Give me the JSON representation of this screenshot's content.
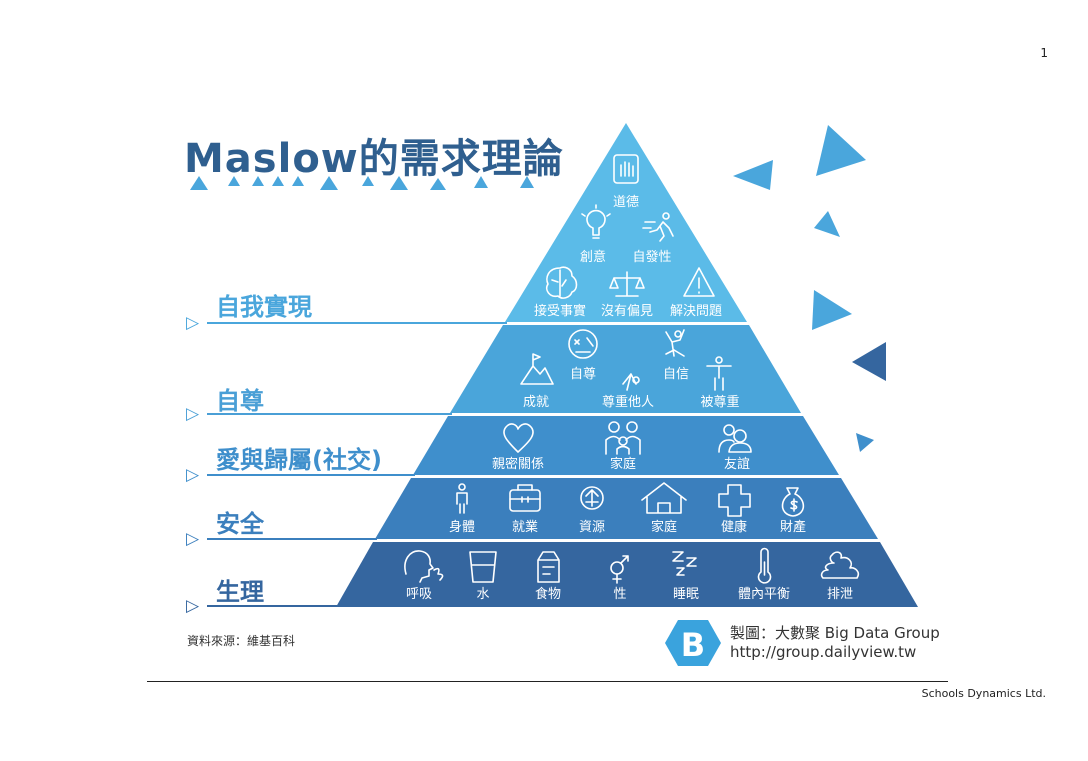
{
  "page_number": "1",
  "title": "Maslow的需求理論",
  "colors": {
    "title": "#2f5f8f",
    "level5": "#5bbbe8",
    "level4": "#4aa5da",
    "level3": "#3f8fcc",
    "level2": "#3b7fbd",
    "level1": "#35669f",
    "accent": "#4aa6dc"
  },
  "levels": [
    {
      "label": "自我實現",
      "color": "#5bbbe8",
      "items": [
        "道德",
        "創意",
        "自發性",
        "接受事實",
        "沒有偏見",
        "解決問題"
      ]
    },
    {
      "label": "自尊",
      "color": "#4aa5da",
      "items": [
        "自尊",
        "自信",
        "成就",
        "尊重他人",
        "被尊重"
      ]
    },
    {
      "label": "愛與歸屬(社交)",
      "color": "#3f8fcc",
      "items": [
        "親密關係",
        "家庭",
        "友誼"
      ]
    },
    {
      "label": "安全",
      "color": "#3b7fbd",
      "items": [
        "身體",
        "就業",
        "資源",
        "家庭",
        "健康",
        "財產"
      ]
    },
    {
      "label": "生理",
      "color": "#35669f",
      "items": [
        "呼吸",
        "水",
        "食物",
        "性",
        "睡眠",
        "體內平衡",
        "排泄"
      ]
    }
  ],
  "icons": {
    "level5": [
      "hand-icon",
      "lightbulb-icon",
      "running-person-icon",
      "brain-icon",
      "scales-icon",
      "warning-icon"
    ],
    "level4": [
      "face-icon",
      "jumping-person-icon",
      "mountain-flag-icon",
      "person-bowing-icon",
      "standing-person-icon"
    ],
    "level3": [
      "heart-icon",
      "family-icon",
      "friends-icon"
    ],
    "level2": [
      "person-icon",
      "briefcase-icon",
      "recycle-icon",
      "house-icon",
      "cross-icon",
      "money-bag-icon"
    ],
    "level1": [
      "breathing-head-icon",
      "glass-icon",
      "food-bag-icon",
      "gender-icon",
      "zzz-icon",
      "thermometer-icon",
      "poop-icon"
    ]
  },
  "source": "資料來源：維基百科",
  "credit": {
    "line1": "製圖：大數聚 Big Data Group",
    "line2": "http://group.dailyview.tw",
    "logo_letter": "B"
  },
  "company": "Schools Dynamics Ltd."
}
